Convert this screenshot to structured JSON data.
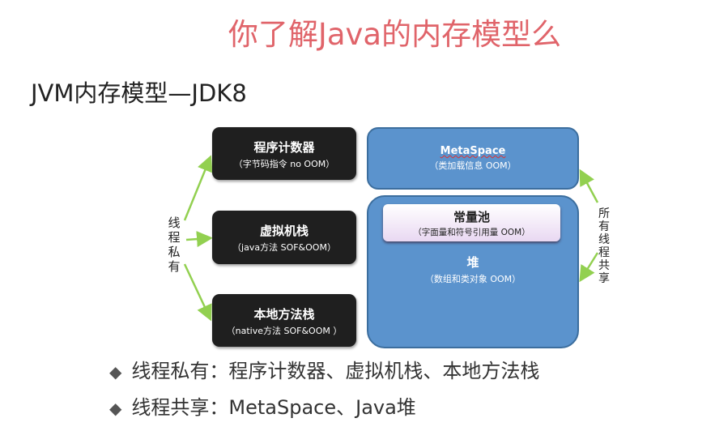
{
  "title": "你了解Java的内存模型么",
  "subtitle": "JVM内存模型—JDK8",
  "diagram": {
    "private_label": "线程私有",
    "shared_label": "所有线程共享",
    "private_boxes": [
      {
        "title": "程序计数器",
        "desc": "（字节码指令 no OOM）"
      },
      {
        "title": "虚拟机栈",
        "desc": "（java方法 SOF&OOM）"
      },
      {
        "title": "本地方法栈",
        "desc": "（native方法 SOF&OOM ）"
      }
    ],
    "metaspace": {
      "title": "MetaSpace",
      "desc": "（类加载信息 OOM）"
    },
    "constant_pool": {
      "title": "常量池",
      "desc": "（字面量和符号引用量 OOM）"
    },
    "heap": {
      "title": "堆",
      "desc": "（数组和类对象 OOM）"
    },
    "arrow_color": "#92d050"
  },
  "bullets": [
    "线程私有：程序计数器、虚拟机栈、本地方法栈",
    "线程共享：MetaSpace、Java堆"
  ]
}
